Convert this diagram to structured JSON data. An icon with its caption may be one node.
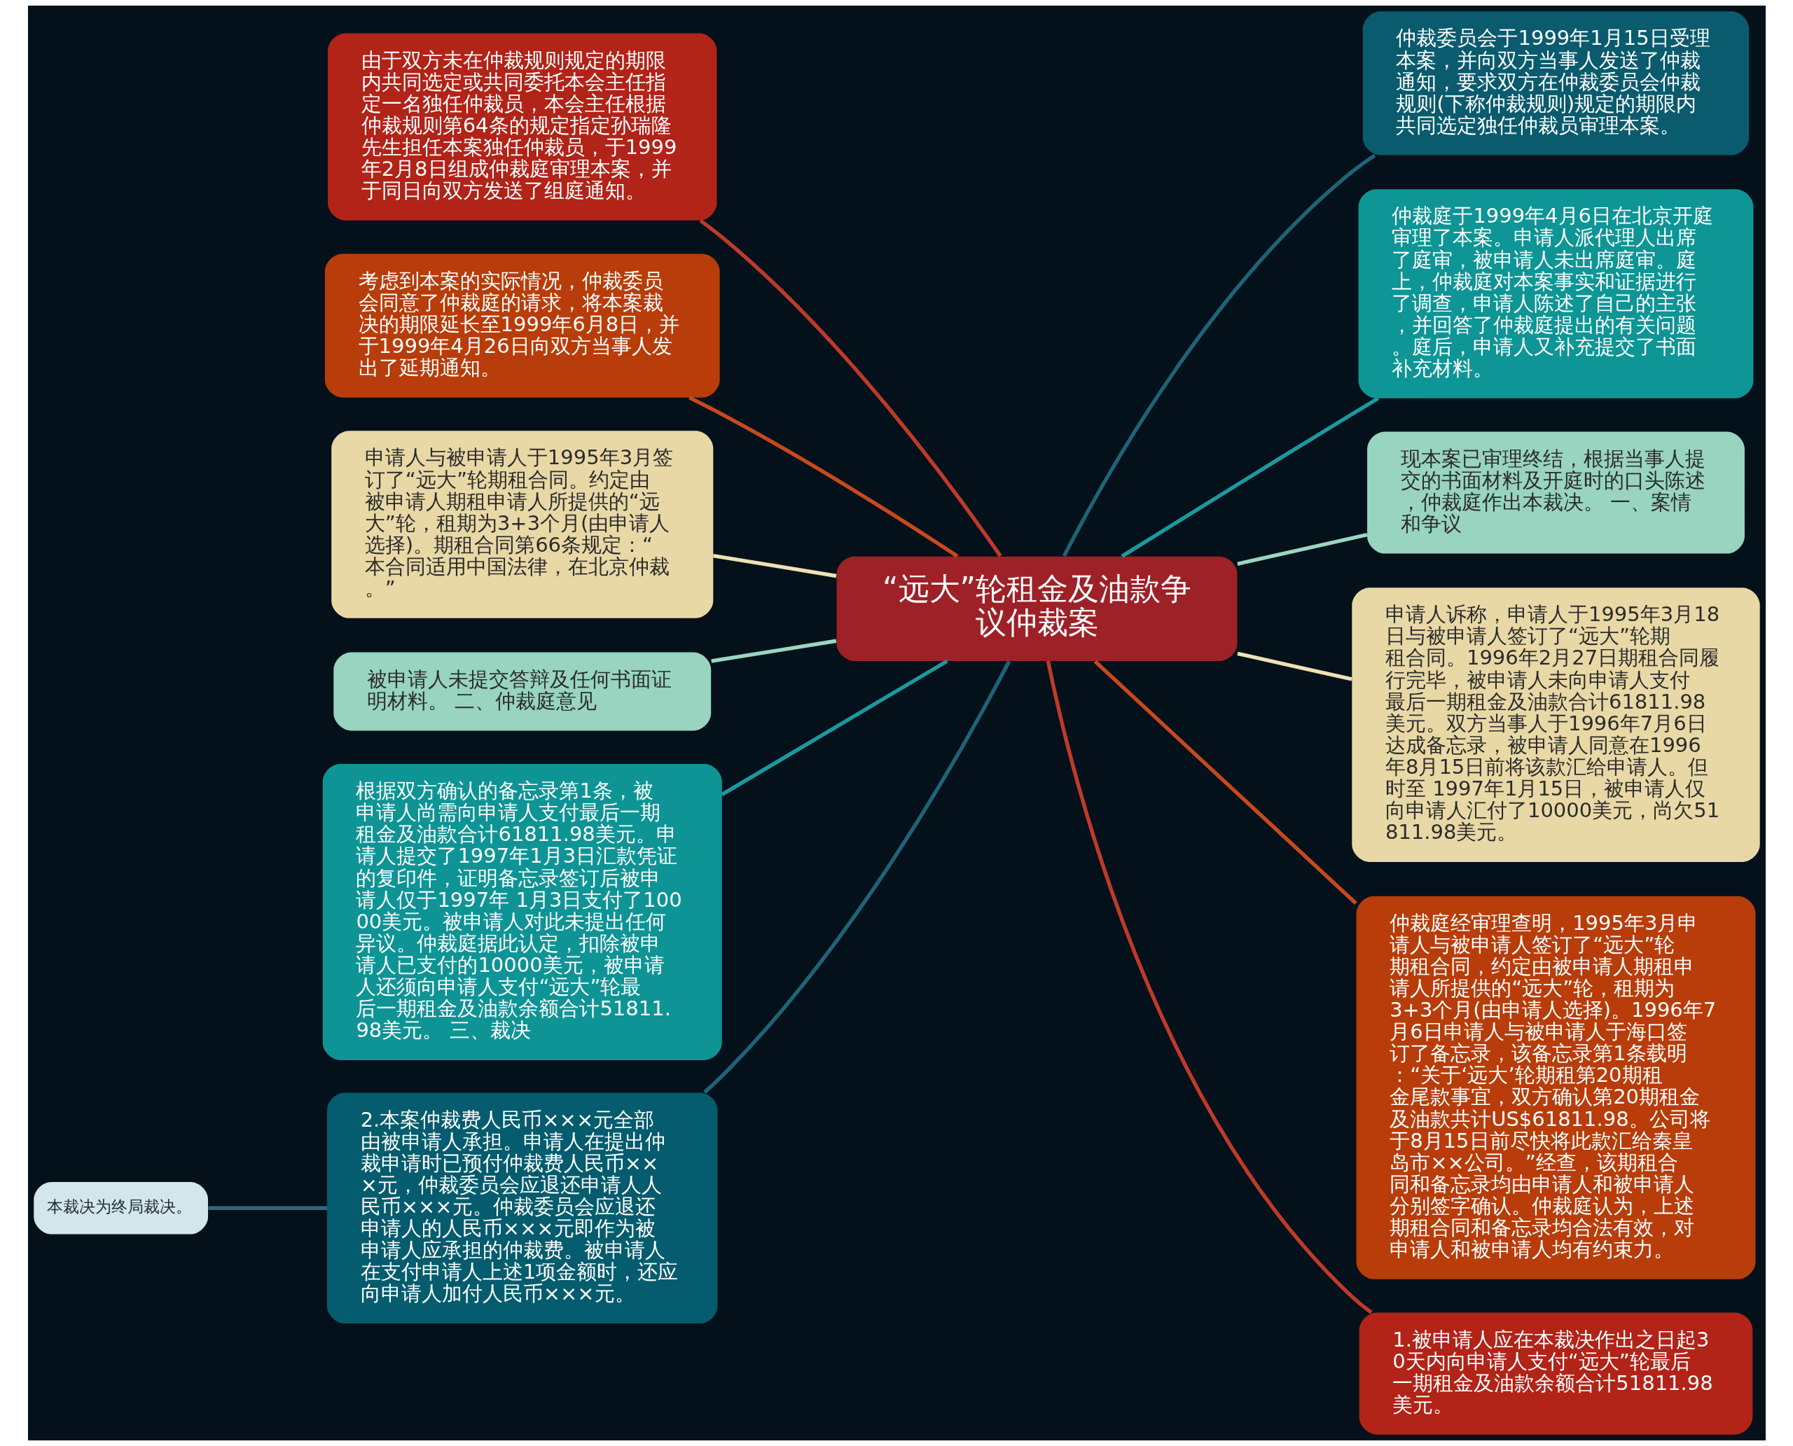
{
  "diagram": {
    "nodes": [
      {
        "text": [
          "“远大”轮租金及油款争议仲裁案"
        ]
      },
      {
        "text": [
          "由于双方未在仲裁规则规定的期限内共同选定或共同委托本会主任指定一名独任仲裁员，本会主任根据仲裁规则第64条的规定指定孙瑞隆先生担任本案独任仲裁员，于1999年2月8日组成仲裁庭审理本案，并于同日向双方发送了组庭通知。"
        ]
      },
      {
        "text": [
          "考虑到本案的实际情况，仲裁委员会同意了仲裁庭的请求，将本案裁决的期限延长至1999年6月8日，并于1999年4月26日向双方当事人发出了延期通知。"
        ]
      },
      {
        "text": [
          "申请人与被申请人于1995年3月签订了“远大”轮期租合同。约定由被申请人期租申请人所提供的“远大”轮，租期为3+3个月(由申请人选择)。期租合同第66条规定：“本合同适用中国法律，在北京仲裁。”"
        ]
      },
      {
        "text": [
          "被申请人未提交答辩及任何书面证明材料。 二、仲裁庭意见"
        ]
      },
      {
        "text": [
          "根据双方确认的备忘录第1条，被申请人尚需向申请人支付最后一期租金及油款合计61811.98美元。申请人提交了1997年1月3日汇款凭证的复印件，证明备忘录签订后被申请人仅于1997年 1月3日支付了10000美元。被申请人对此未提出任何异议。仲裁庭据此认定，扣除被申请人已支付的10000美元，被申请人还须向申请人支付“远大”轮最后一期租金及油款余额合计51811.98美元。 三、裁决"
        ]
      },
      {
        "text": [
          "2.本案仲裁费人民币×××元全部由被申请人承担。申请人在提出仲裁申请时已预付仲裁费人民币×××元，仲裁委员会应退还申请人人民币×××元。仲裁委员会应退还申请人的人民币×××元即作为被申请人应承担的仲裁费。被申请人在支付申请人上述1项金额时，还应向申请人加付人民币×××元。"
        ]
      },
      {
        "text": [
          "本裁决为终局裁决。"
        ]
      },
      {
        "text": [
          "仲裁委员会于1999年1月15日受理本案，并向双方当事人发送了仲裁通知，要求双方在仲裁委员会仲裁规则(下称仲裁规则)规定的期限内共同选定独任仲裁员审理本案。"
        ]
      },
      {
        "text": [
          "仲裁庭于1999年4月6日在北京开庭审理了本案。申请人派代理人出席了庭审，被申请人未出席庭审。庭上，仲裁庭对本案事实和证据进行了调查，申请人陈述了自己的主张，并回答了仲裁庭提出的有关问题。庭后，申请人又补充提交了书面补充材料。"
        ]
      },
      {
        "text": [
          "现本案已审理终结，根据当事人提交的书面材料及开庭时的口头陈述，仲裁庭作出本裁决。 一、案情和争议"
        ]
      },
      {
        "text": [
          "申请人诉称，申请人于1995年3月18日与被申请人签订了“远大”轮期租合同。1996年2月27日期租合同履行完毕，被申请人未向申请人支付最后一期租金及油款合计61811.98美元。双方当事人于1996年7月6日达成备忘录，被申请人同意在1996年8月15日前将该款汇给申请人。但时至 1997年1月15日，被申请人仅向申请人汇付了10000美元，尚欠51811.98美元。"
        ]
      },
      {
        "text": [
          "仲裁庭经审理查明，1995年3月申请人与被申请人签订了“远大”轮期租合同，约定由被申请人期租申请人所提供的“远大”轮，租期为3+3个月(由申请人选择)。1996年7月6日申请人与被申请人于海口签订了备忘录，该备忘录第1条载明：“关于‘远大’轮期租第20期租金尾款事宜，双方确认第20期租金及油款共计US$61811.98。公司将于8月15日前尽快将此款汇给秦皇岛市××公司。”经查，该期租合同和备忘录均由申请人和被申请人分别签字确认。仲裁庭认为，上述期租合同和备忘录均合法有效，对申请人和被申请人均有约束力。"
        ]
      },
      {
        "text": [
          "1.被申请人应在本裁决作出之日起30天内向申请人支付“远大”轮最后一期租金及油款余额合计51811.98美元。"
        ]
      }
    ],
    "edges": [
      {
        "from": 1,
        "to": 0,
        "arrow": "none",
        "color": "#c0392b"
      },
      {
        "from": 2,
        "to": 0,
        "arrow": "none",
        "color": "#c8491c"
      },
      {
        "from": 3,
        "to": 0,
        "arrow": "none",
        "color": "#efe2b3"
      },
      {
        "from": 4,
        "to": 0,
        "arrow": "none",
        "color": "#9ad6c0"
      },
      {
        "from": 5,
        "to": 0,
        "arrow": "none",
        "color": "#1a9aa0"
      },
      {
        "from": 6,
        "to": 0,
        "arrow": "none",
        "color": "#1e6478"
      },
      {
        "from": 7,
        "to": 6,
        "arrow": "none",
        "color": "#2a6a80"
      },
      {
        "from": 0,
        "to": 8,
        "arrow": "none",
        "color": "#1e6478"
      },
      {
        "from": 0,
        "to": 9,
        "arrow": "none",
        "color": "#1a9aa0"
      },
      {
        "from": 0,
        "to": 10,
        "arrow": "none",
        "color": "#9ad6c0"
      },
      {
        "from": 0,
        "to": 11,
        "arrow": "none",
        "color": "#efe2b3"
      },
      {
        "from": 0,
        "to": 12,
        "arrow": "none",
        "color": "#c8491c"
      },
      {
        "from": 0,
        "to": 13,
        "arrow": "none",
        "color": "#c0392b"
      }
    ]
  }
}
